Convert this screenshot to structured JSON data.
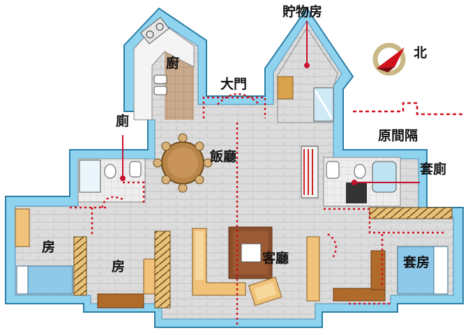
{
  "labels": {
    "kitchen": "廚",
    "main_door": "大門",
    "storeroom": "貯物房",
    "toilet": "廁",
    "dining_room": "飯廳",
    "living_room": "客廳",
    "bedroom_left": "房",
    "bedroom_middle": "房",
    "master_bedroom": "套房",
    "ensuite_toilet": "套廁"
  },
  "legend": {
    "north": "北",
    "original_partition": "原間隔"
  },
  "colors": {
    "outer_wall": "#7fd0ee",
    "wall_fill": "#bfe6f5",
    "floor": "#d9d9d9",
    "partition_line": "#d0101b",
    "annotation_line": "#c8102e",
    "wood": "#d8a84e",
    "bed_blue": "#8ec9ea",
    "compass_ring": "#c9b987",
    "compass_arrow": "#d0101b"
  },
  "icons": {
    "compass": "north-compass-icon"
  }
}
